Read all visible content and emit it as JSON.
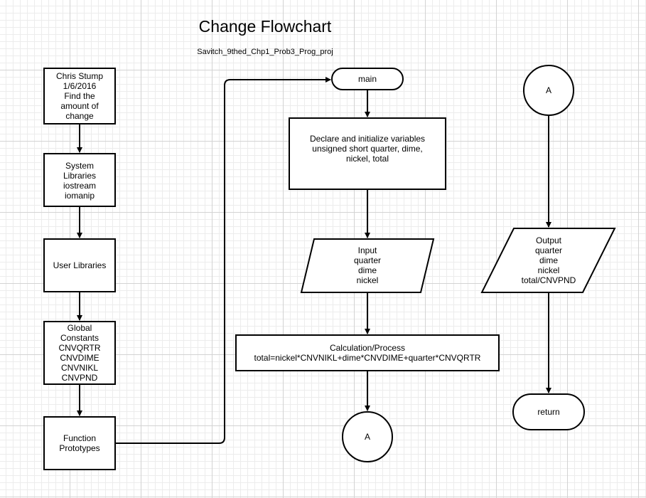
{
  "title": "Change Flowchart",
  "subtitle": "Savitch_9thed_Chp1_Prob3_Prog_proj",
  "nodes": {
    "header_block": "Chris Stump\n1/6/2016\nFind the\namount of\nchange",
    "system_libraries": "System\nLibraries\niostream\niomanip",
    "user_libraries": "User Libraries",
    "global_constants": "Global\nConstants\nCNVQRTR\nCNVDIME\nCNVNIKL\nCNVPND",
    "function_prototypes": "Function\nPrototypes",
    "main": "main",
    "declare_variables": "Declare and initialize variables\nunsigned short quarter, dime,\nnickel, total",
    "input": "Input\nquarter\ndime\nnickel",
    "calculation": "Calculation/Process\ntotal=nickel*CNVNIKL+dime*CNVDIME+quarter*CNVQRTR",
    "connector_a_bottom": "A",
    "connector_a_top": "A",
    "output": "Output\nquarter\ndime\nnickel\ntotal/CNVPND",
    "return": "return"
  }
}
